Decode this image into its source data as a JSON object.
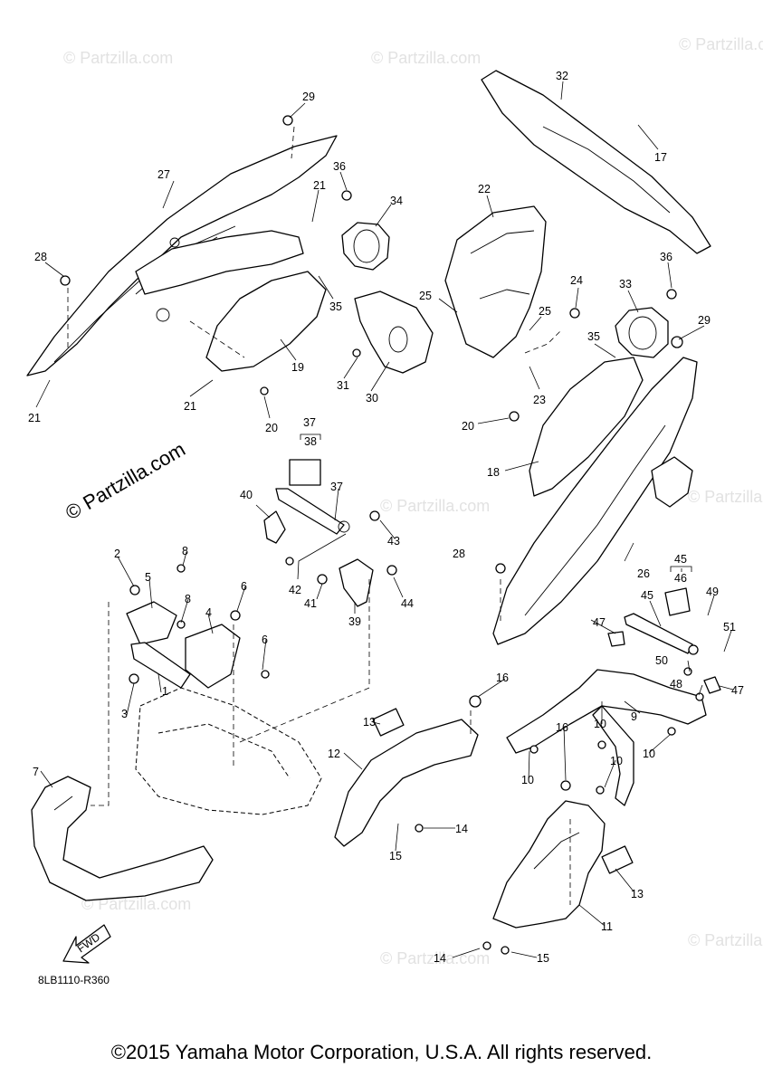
{
  "watermark": "© Partzilla.com",
  "diagram_code": "8LB1110-R360",
  "fwd_label": "FWD",
  "copyright": "©2015 Yamaha Motor Corporation, U.S.A. All rights reserved.",
  "callouts": [
    "1",
    "2",
    "3",
    "4",
    "5",
    "6",
    "7",
    "8",
    "9",
    "10",
    "11",
    "12",
    "13",
    "14",
    "15",
    "16",
    "17",
    "18",
    "19",
    "20",
    "21",
    "22",
    "23",
    "24",
    "25",
    "26",
    "27",
    "28",
    "29",
    "30",
    "31",
    "32",
    "33",
    "34",
    "35",
    "36",
    "37",
    "38",
    "39",
    "40",
    "41",
    "42",
    "43",
    "44",
    "45",
    "46",
    "47",
    "48",
    "49",
    "50",
    "51"
  ]
}
